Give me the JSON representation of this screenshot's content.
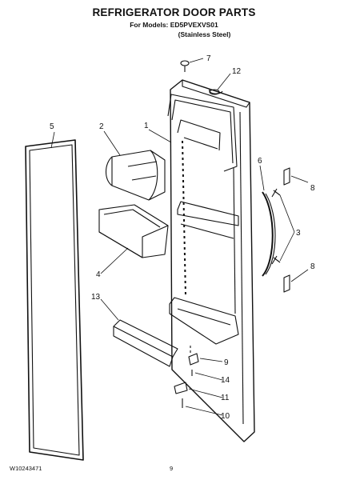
{
  "header": {
    "title": "REFRIGERATOR DOOR PARTS",
    "models_line": "For Models: ED5PVEXVS01",
    "finish_line": "(Stainless Steel)"
  },
  "callouts": [
    {
      "id": "c1",
      "label": "1"
    },
    {
      "id": "c2",
      "label": "2"
    },
    {
      "id": "c3",
      "label": "3"
    },
    {
      "id": "c4",
      "label": "4"
    },
    {
      "id": "c5",
      "label": "5"
    },
    {
      "id": "c6",
      "label": "6"
    },
    {
      "id": "c7",
      "label": "7"
    },
    {
      "id": "c8a",
      "label": "8"
    },
    {
      "id": "c8b",
      "label": "8"
    },
    {
      "id": "c9",
      "label": "9"
    },
    {
      "id": "c10",
      "label": "10"
    },
    {
      "id": "c11",
      "label": "11"
    },
    {
      "id": "c12",
      "label": "12"
    },
    {
      "id": "c13",
      "label": "13"
    },
    {
      "id": "c14",
      "label": "14"
    }
  ],
  "footer": {
    "doc_number": "W10243471",
    "page_number": "9"
  }
}
